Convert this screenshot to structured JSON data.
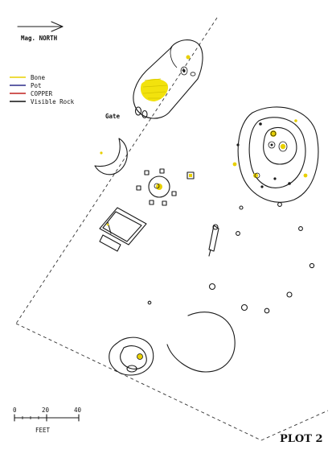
{
  "north": {
    "label": "Mag. NORTH"
  },
  "legend": {
    "items": [
      {
        "label": "Bone",
        "color": "#e8d000"
      },
      {
        "label": "Pot",
        "color": "#2d2d8a"
      },
      {
        "label": "COPPER",
        "color": "#c0201e"
      },
      {
        "label": "Visible Rock",
        "color": "#111111"
      }
    ]
  },
  "features": {
    "gate_label": "Gate"
  },
  "scale": {
    "ticks": [
      "0",
      "20",
      "40"
    ],
    "unit": "FEET"
  },
  "plot_title": "PLOT 2",
  "colors": {
    "bone": "#e8d000",
    "ink": "#1a1a1a"
  }
}
